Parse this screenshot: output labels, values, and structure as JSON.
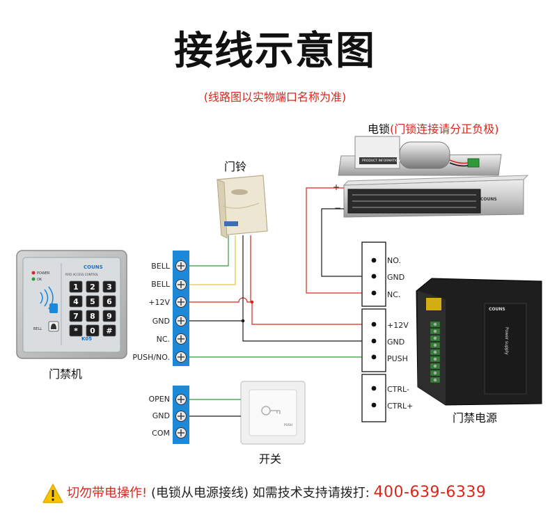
{
  "title": "接线示意图",
  "subtitle": "(线路图以实物端口名称为准)",
  "labels": {
    "bell": "门铃",
    "lock_main": "电锁",
    "lock_note": "(门锁连接请分正负极)",
    "controller": "门禁机",
    "power": "门禁电源",
    "switch": "开关"
  },
  "controller_terminals": [
    "BELL",
    "BELL",
    "+12V",
    "GND",
    "NC.",
    "PUSH/NO."
  ],
  "switch_terminals": [
    "OPEN",
    "GND",
    "COM"
  ],
  "power_terminals_top": [
    "NO.",
    "GND",
    "NC."
  ],
  "power_terminals_mid": [
    "+12V",
    "GND",
    "PUSH"
  ],
  "power_terminals_bottom": [
    "CTRL-",
    "CTRL+"
  ],
  "lock_polarity": {
    "plus": "+",
    "minus": "−"
  },
  "keypad": {
    "brand": "COUNS",
    "model": "K05",
    "power_led": "POWER",
    "ok_led": "OK",
    "bell_key": "BELL",
    "subtitle": "RFID ACCESS CONTROL",
    "keys": [
      "1",
      "2",
      "3",
      "4",
      "5",
      "6",
      "7",
      "8",
      "9",
      "*",
      "0",
      "#"
    ]
  },
  "psu": {
    "brand": "COUNS",
    "title": "Power supply"
  },
  "switch_device": {
    "label": "PUSH"
  },
  "lock_device": {
    "label": "PRODUCT INFORMATION"
  },
  "magnet_device": {
    "label": "COUNS"
  },
  "warning": {
    "part1": "切勿带电操作!",
    "part2": "(电锁从电源接线)  如需技术支持请拨打:",
    "phone": "400-639-6339"
  },
  "colors": {
    "red_wire": "#d9261c",
    "green_wire": "#2f9a3a",
    "yellow_wire": "#e6c637",
    "black_wire": "#1a1a1a",
    "terminal_blue": "#1e88d8"
  }
}
